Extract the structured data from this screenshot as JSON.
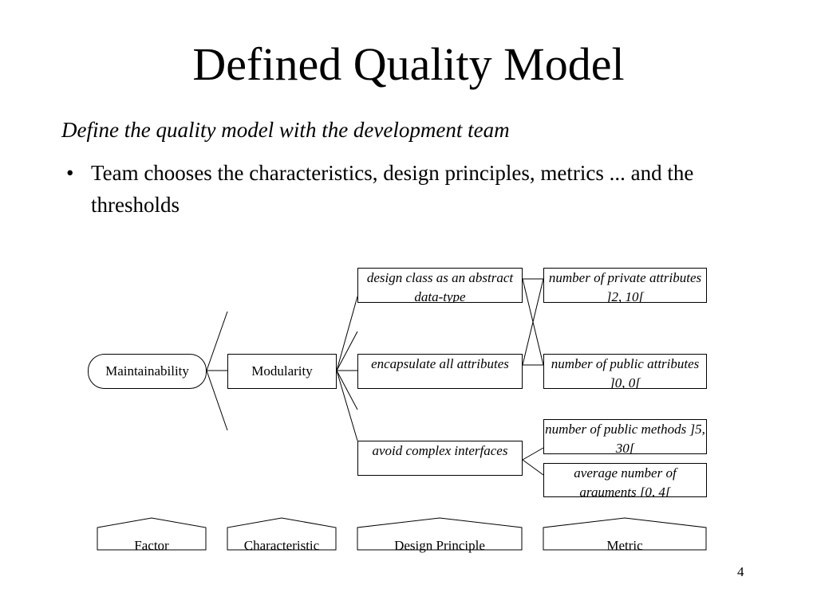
{
  "slide": {
    "title": "Defined Quality Model",
    "subtitle": "Define the quality model with the development team",
    "bullet_marker": "•",
    "bullet_text": "Team chooses the characteristics, design principles, metrics ... and the thresholds",
    "page_number": "4"
  },
  "diagram": {
    "factor": "Maintainability",
    "characteristic": "Modularity",
    "design_principles": [
      "design class as an abstract data-type",
      "encapsulate all attributes",
      "avoid complex interfaces"
    ],
    "metrics": [
      "number of private attributes ]2, 10[",
      "number of public attributes ]0, 0[",
      "number of public methods ]5, 30[",
      "average number of arguments [0, 4["
    ],
    "levels": [
      "Factor",
      "Characteristic",
      "Design Principle",
      "Metric"
    ]
  }
}
